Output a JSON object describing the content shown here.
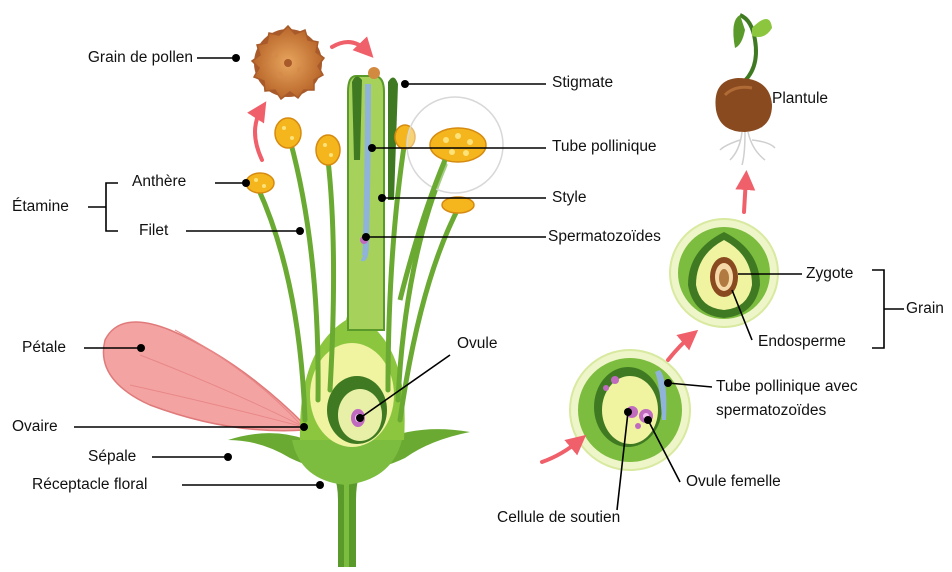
{
  "labels": {
    "grain_de_pollen": "Grain de pollen",
    "stigmate": "Stigmate",
    "tube_pollinique": "Tube pollinique",
    "style": "Style",
    "spermatozoides": "Spermatozoïdes",
    "etamine": "Étamine",
    "anthere": "Anthère",
    "filet": "Filet",
    "petale": "Pétale",
    "ovaire": "Ovaire",
    "sepale": "Sépale",
    "receptacle_floral": "Réceptacle floral",
    "ovule": "Ovule",
    "plantule": "Plantule",
    "zygote": "Zygote",
    "grain": "Grain",
    "endosperme": "Endosperme",
    "tube_pollinique_avec_line1": "Tube pollinique avec",
    "tube_pollinique_avec_line2": "spermatozoïdes",
    "ovule_femelle": "Ovule femelle",
    "cellule_de_soutien": "Cellule de soutien"
  },
  "colors": {
    "arrow": "#f0606a",
    "leader": "#000000",
    "stem_green": "#5a9a2a",
    "light_green": "#a6d15a",
    "anther_yellow": "#f4b61c",
    "petal_pink": "#f4a3a3",
    "pollen_brown": "#c4773a",
    "seed_brown": "#8a4a1f",
    "ovule_purple": "#c06bc0"
  }
}
